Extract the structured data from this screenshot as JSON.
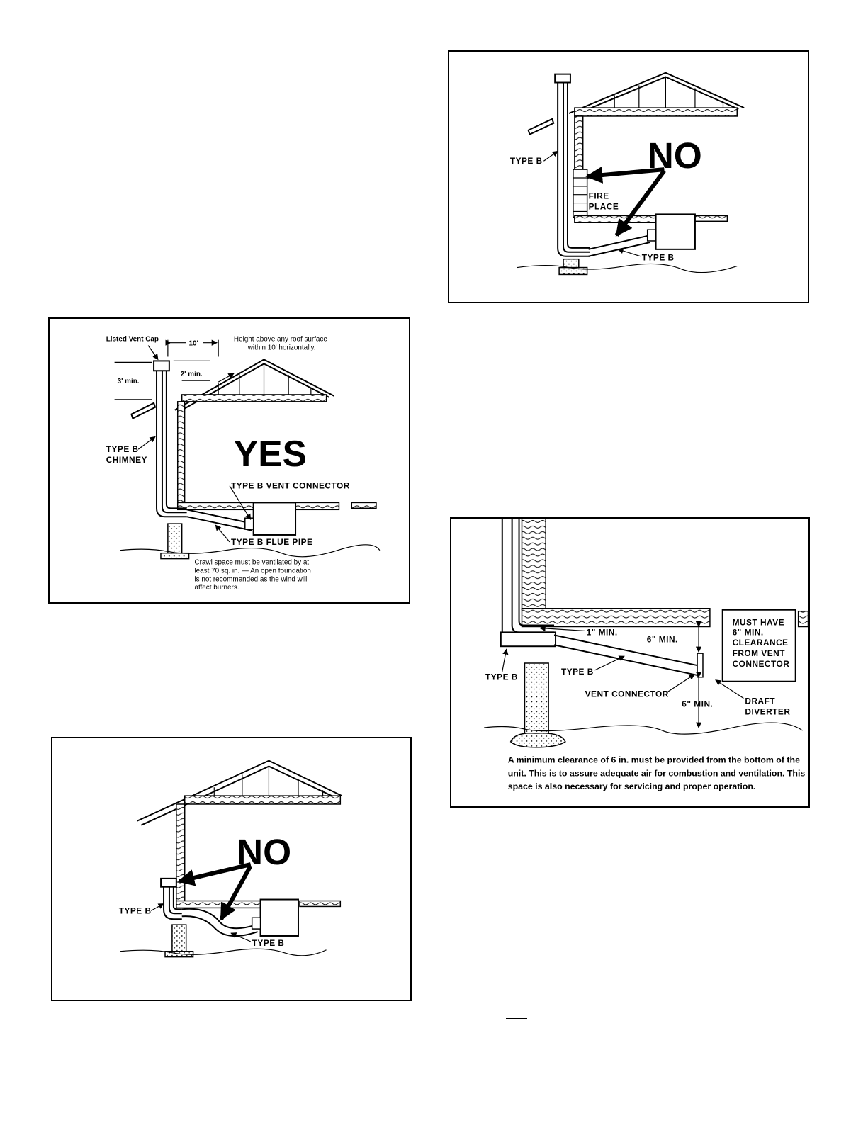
{
  "panel_yes": {
    "cap_label": "Listed Vent Cap",
    "dim_10": "10'",
    "height_note_1": "Height above any roof surface",
    "height_note_2": "within 10' horizontally.",
    "dim_2min": "2' min.",
    "dim_3min": "3' min.",
    "chimney_1": "TYPE B",
    "chimney_2": "CHIMNEY",
    "verdict": "YES",
    "vent_connector": "TYPE B VENT CONNECTOR",
    "flue_pipe": "TYPE B FLUE PIPE",
    "note_1": "Crawl space must be ventilated by at",
    "note_2": "least 70 sq. in. — An open foundation",
    "note_3": "is not recommended as the wind will",
    "note_4": "affect burners."
  },
  "panel_no_fireplace": {
    "type_b_top": "TYPE B",
    "verdict": "NO",
    "fire": "FIRE",
    "place": "PLACE",
    "type_b_bottom": "TYPE B"
  },
  "panel_no_low": {
    "verdict": "NO",
    "type_b_left": "TYPE B",
    "type_b_bottom": "TYPE B"
  },
  "panel_clearance": {
    "one_inch": "1\" MIN.",
    "six_inch_top": "6\" MIN.",
    "box_1": "MUST HAVE",
    "box_2": "6\" MIN.",
    "box_3": "CLEARANCE",
    "box_4": "FROM VENT",
    "box_5": "CONNECTOR",
    "type_b_pipe": "TYPE B",
    "type_b_left": "TYPE B",
    "vent_connector": "VENT CONNECTOR",
    "six_inch_bottom": "6\" MIN.",
    "draft_1": "DRAFT",
    "draft_2": "DIVERTER",
    "caption_1": "A minimum clearance of 6 in. must be provided from the bottom of the",
    "caption_2": "unit. This is to assure adequate air for combustion and ventilation. This",
    "caption_3": "space is also necessary for servicing and proper operation."
  }
}
